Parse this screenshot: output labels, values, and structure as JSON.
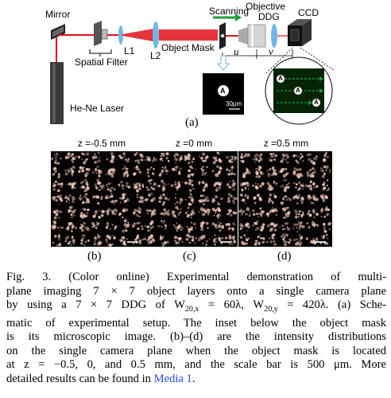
{
  "schematic": {
    "labels": {
      "mirror": "Mirror",
      "scanning": "Scanning",
      "objective": "Objective",
      "ddg": "DDG",
      "ccd": "CCD",
      "l1": "L1",
      "l2": "L2",
      "object_mask": "Object Mask",
      "spatial_filter": "Spatial Filter",
      "laser": "He-Ne Laser",
      "u": "u",
      "v": "v",
      "scale_bar": "30μm",
      "letter": "A"
    },
    "sublabel": "(a)"
  },
  "panels": [
    {
      "title": "z =-0.5 mm",
      "sublabel": "(b)"
    },
    {
      "title": "z =0 mm",
      "sublabel": "(c)"
    },
    {
      "title": "z =0.5 mm",
      "sublabel": "(d)"
    }
  ],
  "caption": {
    "line1": "Fig. 3.   (Color online) Experimental demonstration of multi-",
    "line2_a": "plane imaging 7 × 7 object layers onto a single camera plane",
    "line3_a": "by using a 7 × 7 DDG of W",
    "line3_sub1": "20,x",
    "line3_b": " = 60λ, W",
    "line3_sub2": "20,y",
    "line3_c": " = 420λ. (a) Sche-",
    "line4": "matic of experimental setup. The inset below the object mask",
    "line5": "is its microscopic image. (b)–(d) are the intensity distributions",
    "line6": "on the single camera plane when the object mask is located",
    "line7": "at z = −0.5, 0, and 0.5 mm, and the scale bar is 500 μm. More",
    "line8_a": "detailed results can be found in ",
    "line8_link": "Media 1",
    "line8_b": "."
  },
  "colors": {
    "beam": "#e0101a",
    "lens": "#6fb7e6",
    "scan_arrow": "#1f9e3a",
    "link": "#2a4fd6",
    "panel_bg": "#050303",
    "spot": "#f0c8b8"
  }
}
